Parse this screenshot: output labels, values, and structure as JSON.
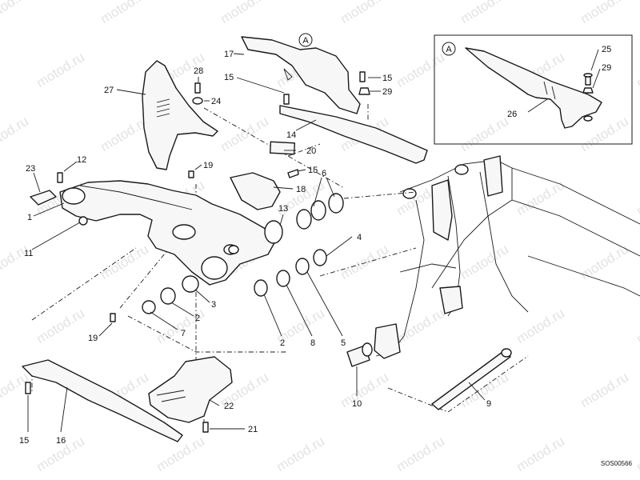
{
  "watermark_text": "motod.ru",
  "drawing_code": "SOS00566",
  "inset_marker": "A",
  "detail_marker": "A",
  "callouts": [
    "17",
    "28",
    "15",
    "15",
    "29",
    "24",
    "27",
    "14",
    "20",
    "12",
    "23",
    "19",
    "15",
    "6",
    "18",
    "1",
    "13",
    "4",
    "11",
    "3",
    "2",
    "7",
    "19",
    "2",
    "8",
    "5",
    "10",
    "9",
    "22",
    "21",
    "15",
    "16",
    "25",
    "29",
    "26"
  ]
}
